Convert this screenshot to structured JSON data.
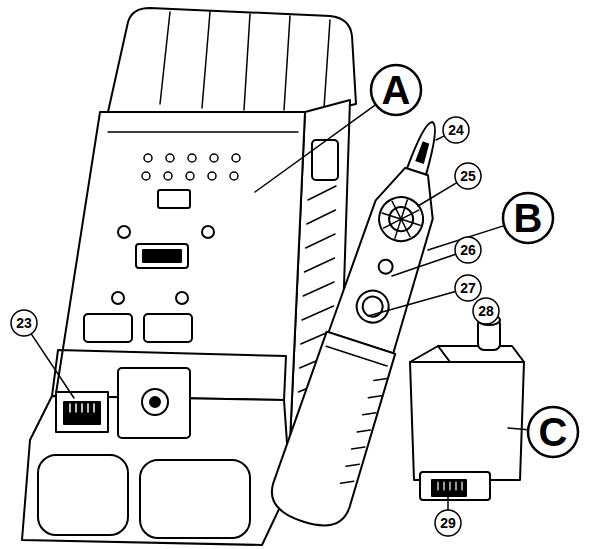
{
  "diagram": {
    "labels": [
      "A",
      "24",
      "25",
      "B",
      "26",
      "27",
      "28",
      "C",
      "23",
      "29"
    ]
  }
}
